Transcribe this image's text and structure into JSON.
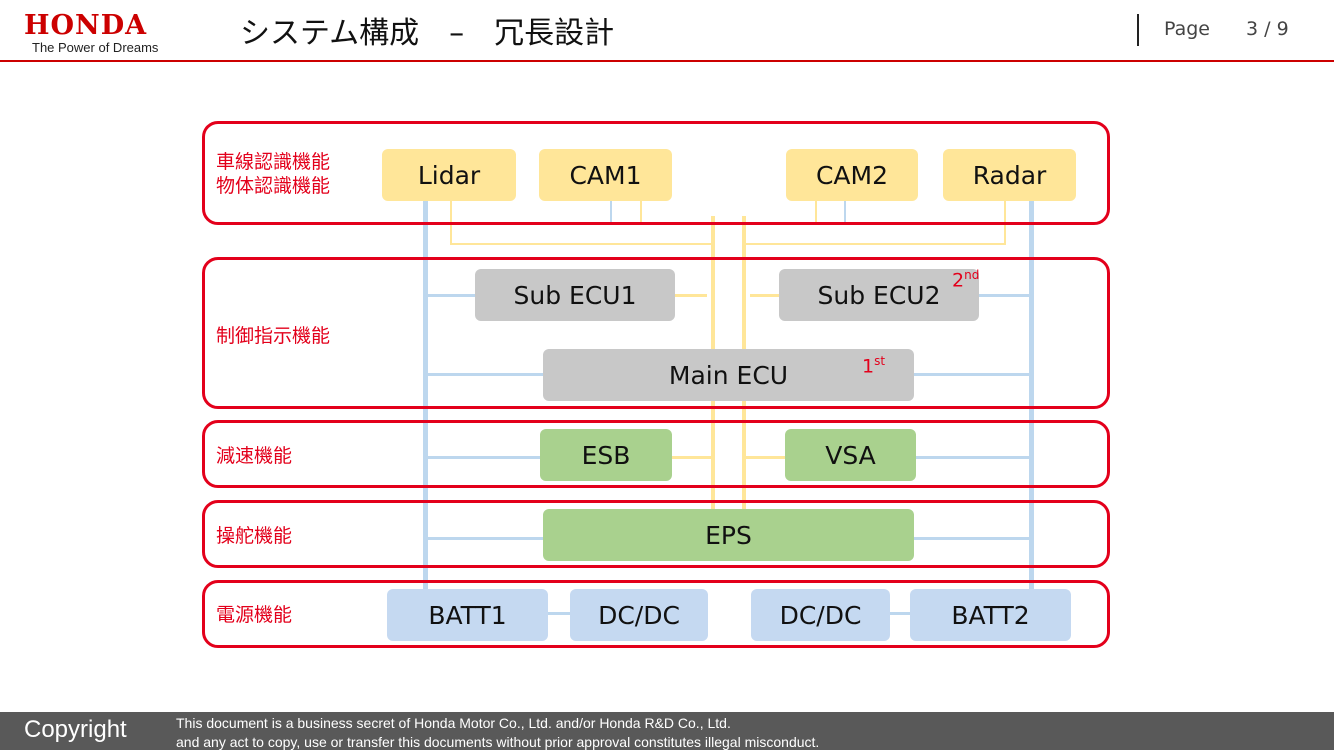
{
  "header": {
    "logo_main": "HONDA",
    "logo_sub": "The Power of Dreams",
    "title": "システム構成　–　冗長設計",
    "page_label": "Page",
    "page_number": "3 / 9"
  },
  "colors": {
    "accent": "#e3001b",
    "sensor": "#ffe699",
    "controller": "#c8c8c8",
    "actuator": "#a9d18e",
    "power": "#c5d9f1",
    "line_blue": "#bdd7ee",
    "line_yellow": "#ffe699"
  },
  "groups": [
    {
      "id": "recognition",
      "label": "車線認識機能\n物体認識機能"
    },
    {
      "id": "control",
      "label": "制御指示機能"
    },
    {
      "id": "deceleration",
      "label": "減速機能"
    },
    {
      "id": "steering",
      "label": "操舵機能"
    },
    {
      "id": "power",
      "label": "電源機能"
    }
  ],
  "nodes": {
    "lidar": "Lidar",
    "cam1": "CAM1",
    "cam2": "CAM2",
    "radar": "Radar",
    "sub_ecu1": "Sub ECU1",
    "sub_ecu2": "Sub ECU2",
    "main_ecu": "Main ECU",
    "esb": "ESB",
    "vsa": "VSA",
    "eps": "EPS",
    "batt1": "BATT1",
    "dcdc1": "DC/DC",
    "dcdc2": "DC/DC",
    "batt2": "BATT2"
  },
  "ordinals": {
    "first_num": "1",
    "first_suffix": "st",
    "second_num": "2",
    "second_suffix": "nd"
  },
  "footer": {
    "copyright": "Copyright",
    "line1": "This document is a business secret of Honda Motor Co., Ltd. and/or Honda R&D Co., Ltd.",
    "line2": "and any act to copy, use or transfer this documents without prior approval constitutes illegal misconduct."
  }
}
